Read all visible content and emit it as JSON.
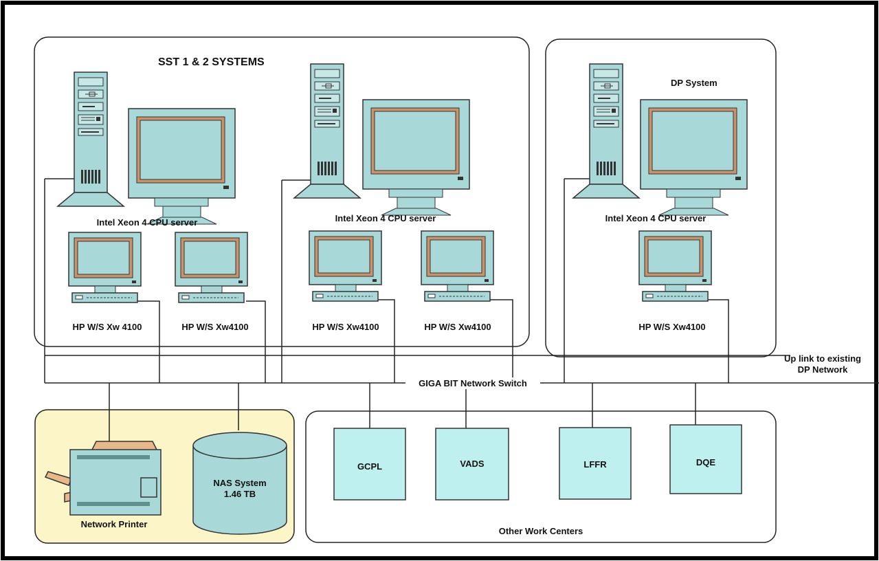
{
  "groups": {
    "sst": "SST 1 & 2 SYSTEMS",
    "dp": "DP System",
    "other": "Other Work Centers"
  },
  "servers": {
    "server_1": "Intel Xeon 4 CPU server",
    "server_2": "Intel Xeon 4 CPU server",
    "server_3": "Intel Xeon 4 CPU server"
  },
  "workstations": {
    "ws_1": "HP W/S Xw 4100",
    "ws_2": "HP W/S Xw4100",
    "ws_3": "HP W/S Xw4100",
    "ws_4": "HP W/S Xw4100",
    "ws_5": "HP W/S Xw4100"
  },
  "network": {
    "switch": "GIGA BIT Network Switch",
    "uplink_line1": "Up link to existing",
    "uplink_line2": "DP Network"
  },
  "storage": {
    "printer": "Network Printer",
    "nas_line1": "NAS System",
    "nas_line2": "1.46 TB"
  },
  "work_centers": {
    "gcpl": "GCPL",
    "vads": "VADS",
    "lffr": "LFFR",
    "dqe": "DQE"
  },
  "colors": {
    "device_fill": "#a8d8d8",
    "device_edge": "#333333",
    "screen_frame": "#c8936a",
    "storage_bg": "#fbf5c8",
    "frame": "#000000"
  }
}
